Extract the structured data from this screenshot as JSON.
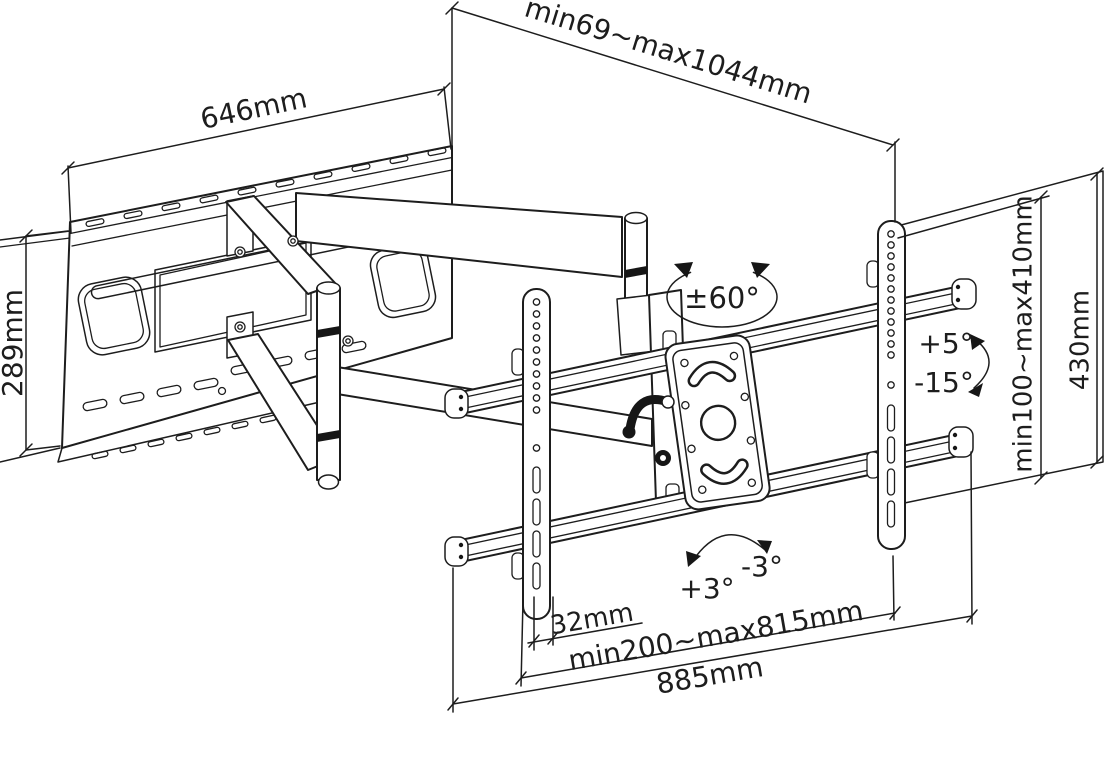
{
  "drawing": {
    "background": "#ffffff",
    "line_color": "#1d1d1d",
    "dims": {
      "extension_depth": "min69~max1044mm",
      "wall_plate_width": "646mm",
      "wall_plate_height": "289mm",
      "swivel_range": "±60°",
      "tilt_up": "+5°",
      "tilt_down": "-15°",
      "rail_hole_span": "min100~max410mm",
      "rail_height": "430mm",
      "level_plus": "+3°",
      "level_minus": "-3°",
      "slot_offset": "32mm",
      "crossbar_adjust": "min200~max815mm",
      "crossbar_length": "885mm"
    }
  }
}
